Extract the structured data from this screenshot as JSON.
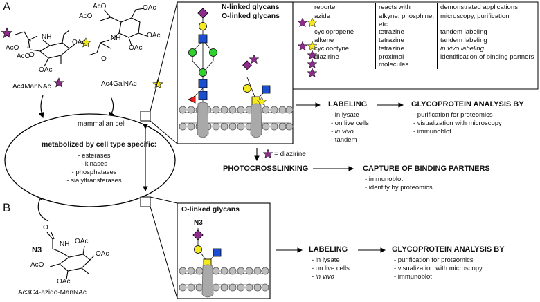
{
  "panels": {
    "a": "A",
    "b": "B"
  },
  "compounds": {
    "manNAc": "Ac4ManNAc",
    "galNAc": "Ac4GalNAc",
    "azidoManNAc": "Ac3C4-azido-ManNAc",
    "atoms": {
      "nh": "NH",
      "oac": "OAc",
      "aco": "AcO",
      "o": "O",
      "n3": "N3"
    }
  },
  "cell": {
    "label": "mammalian cell",
    "metabolized_title": "metabolized by cell type specific:",
    "enzymes": [
      "- esterases",
      "- kinases",
      "- phosphatases",
      "- sialyltransferases"
    ]
  },
  "glycan_box_a": {
    "title_line1": "N-linked glycans",
    "title_line2": "O-linked glycans"
  },
  "glycan_box_b": {
    "title": "O-linked glycans",
    "n3": "N3"
  },
  "reporter_table": {
    "headers": [
      "reporter",
      "reacts with",
      "demonstrated applications"
    ],
    "rows": [
      {
        "reporter": "azide",
        "reacts": "alkyne, phosphine, etc.",
        "apps": "microscopy, purification"
      },
      {
        "reporter": "cyclopropene",
        "reacts": "tetrazine",
        "apps": "tandem labeling"
      },
      {
        "reporter": "alkene",
        "reacts": "tetrazine",
        "apps": "tandem labeling"
      },
      {
        "reporter": "cyclooctyne",
        "reacts": "tetrazine",
        "apps": "in vivo labeling"
      },
      {
        "reporter": "diazirine",
        "reacts": "proximal molecules",
        "apps": "identification of binding partners"
      }
    ]
  },
  "labeling_a": {
    "title": "LABELING",
    "items": [
      "- in lysate",
      "- on live cells",
      "- in vivo",
      "- tandem"
    ]
  },
  "analysis_a": {
    "title": "GLYCOPROTEIN ANALYSIS BY",
    "items": [
      "- purification for proteomics",
      "- visualization with microscopy",
      "- immunoblot"
    ]
  },
  "diazirine_note": "= diazirine",
  "photocrosslinking": "PHOTOCROSSLINKING",
  "capture": {
    "title": "CAPTURE OF BINDING PARTNERS",
    "items": [
      "- immunoblot",
      "- identify by proteomics"
    ]
  },
  "labeling_b": {
    "title": "LABELING",
    "items": [
      "- in lysate",
      "- on live cells",
      "- in vivo"
    ]
  },
  "analysis_b": {
    "title": "GLYCOPROTEIN ANALYSIS BY",
    "items": [
      "- purification for proteomics",
      "- visualization with microscopy",
      "- immunoblot"
    ]
  },
  "colors": {
    "purple": "#8e2c8e",
    "yellow": "#f5ea1f",
    "blue": "#1a4fd1",
    "green": "#2fd02f",
    "red": "#e8211d",
    "gray": "#a9a9a9"
  }
}
